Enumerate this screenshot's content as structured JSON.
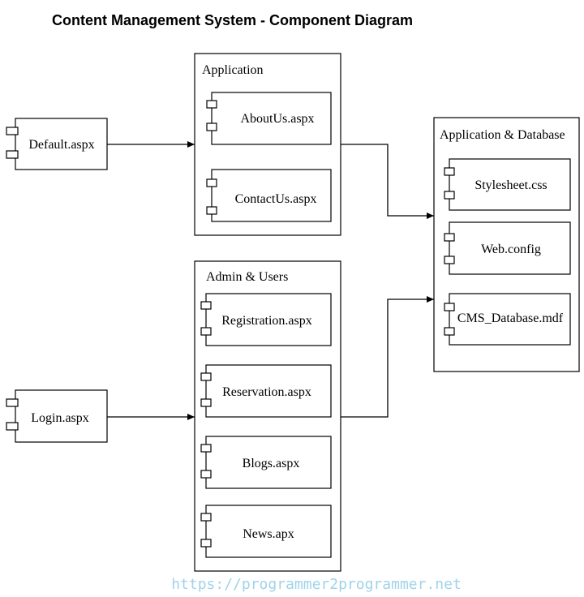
{
  "title": "Content Management System - Component Diagram",
  "packages": {
    "application": {
      "label": "Application",
      "components": [
        "AboutUs.aspx",
        "ContactUs.aspx"
      ]
    },
    "admin_users": {
      "label": "Admin & Users",
      "components": [
        "Registration.aspx",
        "Reservation.aspx",
        "Blogs.aspx",
        "News.apx"
      ]
    },
    "app_db": {
      "label": "Application & Database",
      "components": [
        "Stylesheet.css",
        "Web.config",
        "CMS_Database.mdf"
      ]
    }
  },
  "standalone": {
    "default": "Default.aspx",
    "login": "Login.aspx"
  },
  "connections": [
    {
      "from": "Default.aspx",
      "to": "Application"
    },
    {
      "from": "Login.aspx",
      "to": "Admin & Users"
    },
    {
      "from": "Application",
      "to": "Application & Database"
    },
    {
      "from": "Admin & Users",
      "to": "Application & Database"
    }
  ],
  "watermark": "https://programmer2programmer.net",
  "colors": {
    "watermark": "#9fd3e8",
    "stroke": "#000000"
  }
}
